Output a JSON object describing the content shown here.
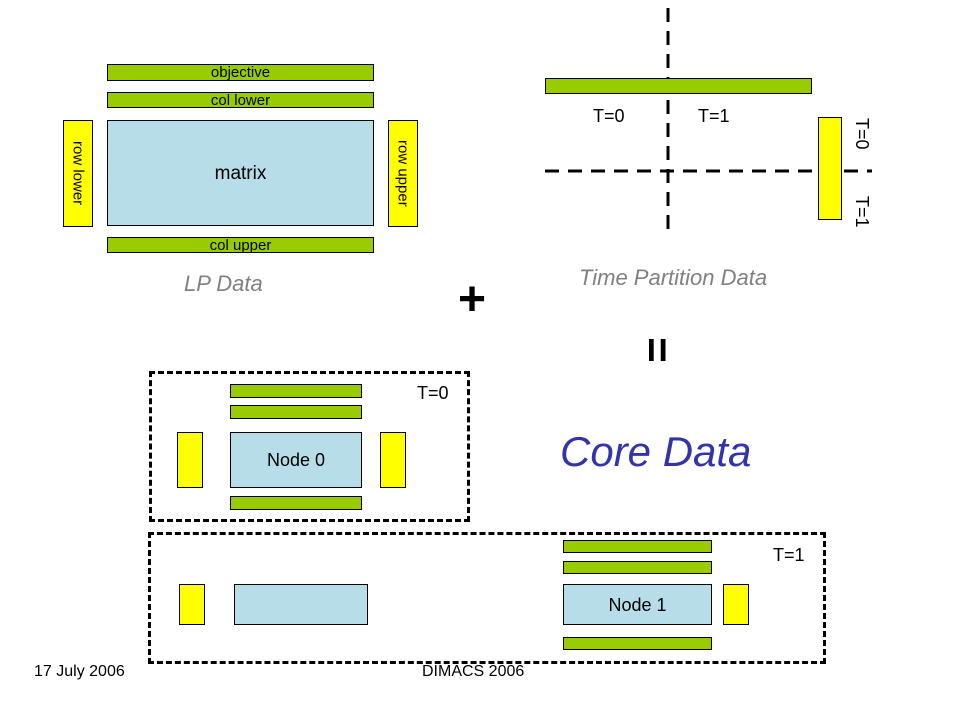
{
  "lp_data": {
    "caption": "LP Data",
    "objective": "objective",
    "col_lower": "col lower",
    "matrix": "matrix",
    "col_upper": "col upper",
    "row_lower": "row lower",
    "row_upper": "row upper"
  },
  "time_partition": {
    "caption": "Time Partition Data",
    "t0_horizontal": "T=0",
    "t1_horizontal": "T=1",
    "t0_vertical": "T=0",
    "t1_vertical": "T=1"
  },
  "operators": {
    "plus": "+",
    "equals": "="
  },
  "core_data": {
    "title": "Core Data",
    "node0_label": "Node 0",
    "node0_time": "T=0",
    "node1_label": "Node 1",
    "node1_time": "T=1"
  },
  "footer": {
    "date": "17 July 2006",
    "event": "DIMACS 2006"
  },
  "colors": {
    "green": "#99cc00",
    "yellow": "#ffff00",
    "matrix": "#b7dde8",
    "core_title": "#3333aa",
    "caption": "#808080"
  }
}
